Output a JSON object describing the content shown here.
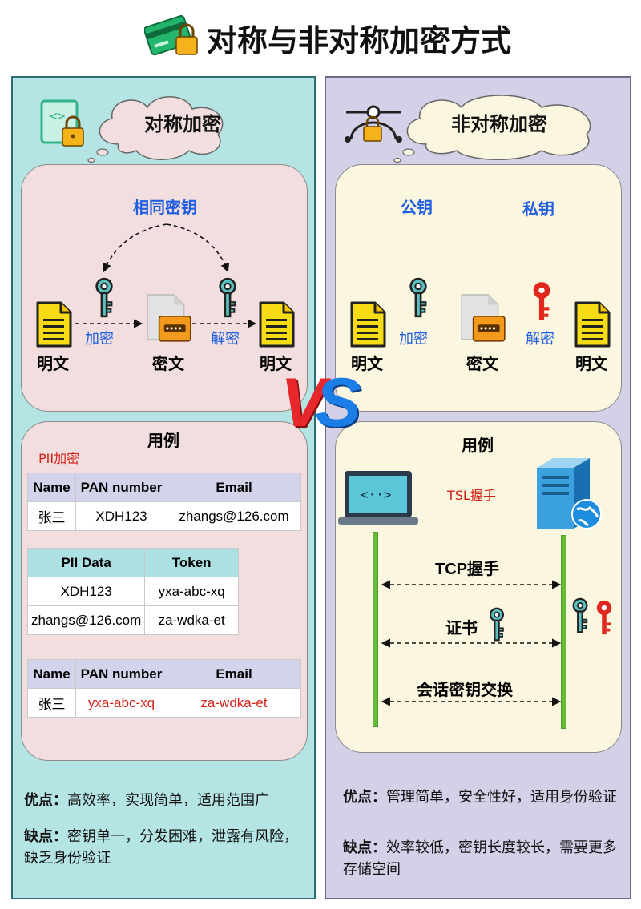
{
  "title": "对称与非对称加密方式",
  "left": {
    "heading": "对称加密",
    "shared_key": "相同密钥",
    "plain1": "明文",
    "encrypt": "加密",
    "cipher": "密文",
    "decrypt": "解密",
    "plain2": "明文",
    "usecase": "用例",
    "pii_label": "PII加密",
    "table1": {
      "headers": [
        "Name",
        "PAN number",
        "Email"
      ],
      "row": [
        "张三",
        "XDH123",
        "zhangs@126.com"
      ]
    },
    "table2": {
      "headers": [
        "PII Data",
        "Token"
      ],
      "rows": [
        [
          "XDH123",
          "yxa-abc-xq"
        ],
        [
          "zhangs@126.com",
          "za-wdka-et"
        ]
      ]
    },
    "table3": {
      "headers": [
        "Name",
        "PAN number",
        "Email"
      ],
      "row": [
        "张三",
        "yxa-abc-xq",
        "za-wdka-et"
      ]
    },
    "pros_label": "优点：",
    "pros_text": "高效率，实现简单，适用范围广",
    "cons_label": "缺点：",
    "cons_text": "密钥单一，分发困难，泄露有风险，缺乏身份验证"
  },
  "right": {
    "heading": "非对称加密",
    "public_key": "公钥",
    "private_key": "私钥",
    "plain1": "明文",
    "encrypt": "加密",
    "cipher": "密文",
    "decrypt": "解密",
    "plain2": "明文",
    "usecase": "用例",
    "tsl": "TSL握手",
    "step1": "TCP握手",
    "step2": "证书",
    "step3": "会话密钥交换",
    "pros_label": "优点：",
    "pros_text": "管理简单，安全性好，适用身份验证",
    "cons_label": "缺点：",
    "cons_text": "效率较低，密钥长度较长，需要更多存储空间"
  },
  "vs": "VS",
  "colors": {
    "left_bg": "#b4e4e4",
    "right_bg": "#d4d0e8",
    "blue_text": "#1f5fe0",
    "red_text": "#d3241b",
    "key_teal": "#3a9a9a",
    "key_red": "#e0281e",
    "doc_yellow": "#f7dc14"
  }
}
